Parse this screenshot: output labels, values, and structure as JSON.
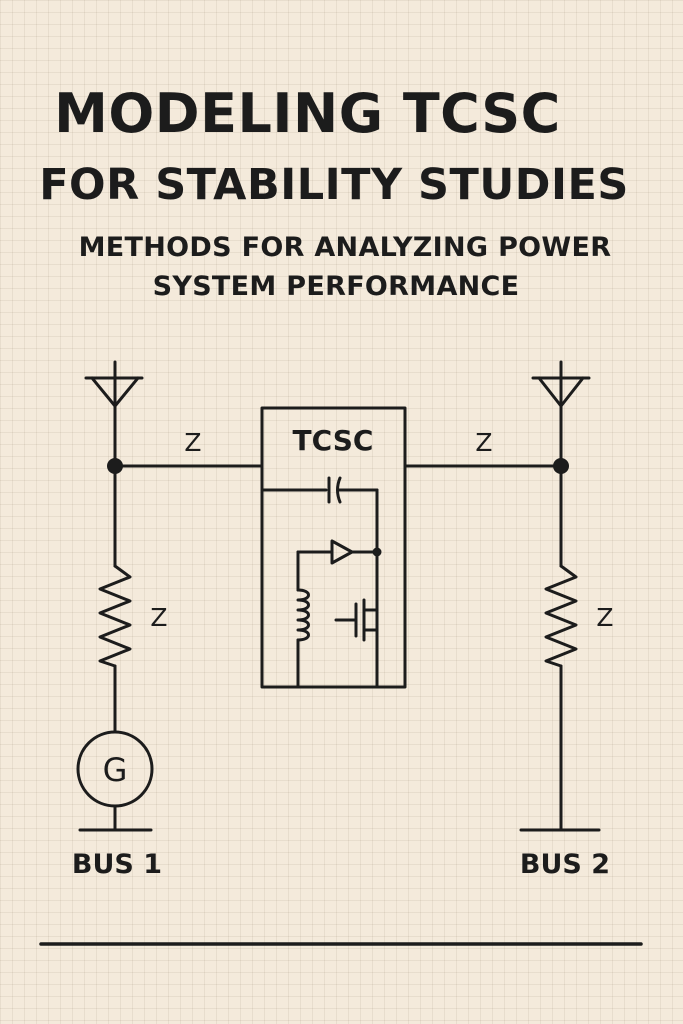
{
  "title": {
    "line1": "MODELING TCSC",
    "line2": "FOR STABILITY STUDIES"
  },
  "subtitle": {
    "line1": "METHODS FOR ANALYZING POWER",
    "line2": "SYSTEM PERFORMANCE"
  },
  "diagram": {
    "tcsc_label": "TCSC",
    "line_impedance_left": "Z",
    "line_impedance_right": "Z",
    "resistor_left_label": "Z",
    "resistor_right_label": "Z",
    "generator_label": "G",
    "bus1_label": "BUS 1",
    "bus2_label": "BUS 2"
  },
  "colors": {
    "background": "#f4eadb",
    "ink": "#1c1c1c",
    "grid": "#d8ccbc"
  }
}
